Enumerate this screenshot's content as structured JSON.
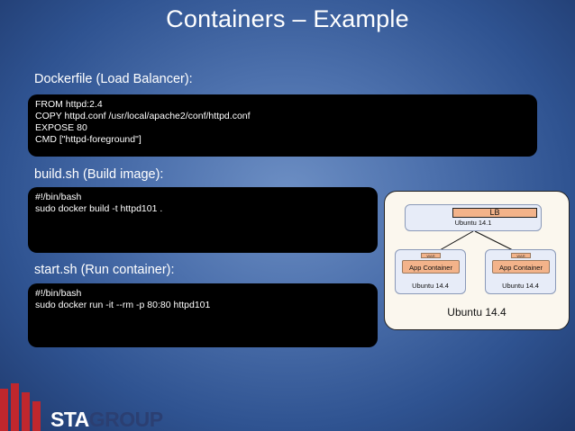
{
  "slide": {
    "title": "Containers – Example"
  },
  "sections": [
    {
      "label": "Dockerfile (Load Balancer):",
      "code": [
        "FROM httpd:2.4",
        "COPY httpd.conf /usr/local/apache2/conf/httpd.conf",
        "EXPOSE 80",
        "CMD [\"httpd-foreground\"]"
      ]
    },
    {
      "label": "build.sh (Build image):",
      "code": [
        "#!/bin/bash",
        "sudo docker build -t httpd101 ."
      ]
    },
    {
      "label": "start.sh (Run container):",
      "code": [
        "#!/bin/bash",
        "sudo docker run -it --rm -p 80:80 httpd101"
      ]
    }
  ],
  "diagram": {
    "lb_label": "LB",
    "lb_os": "Ubuntu 14.1",
    "apps": [
      {
        "war": "WAR",
        "label": "App Container",
        "os": "Ubuntu 14.4"
      },
      {
        "war": "WAR",
        "label": "App Container",
        "os": "Ubuntu 14.4"
      }
    ],
    "host_os": "Ubuntu 14.4"
  },
  "logo": {
    "sta": "STA",
    "group": "GROUP",
    "bar_color": "#c0272d",
    "icon": "building-bars-icon"
  },
  "colors": {
    "background": "#4d71ad",
    "code_background": "#000000",
    "container_fill": "#f3b38a"
  }
}
